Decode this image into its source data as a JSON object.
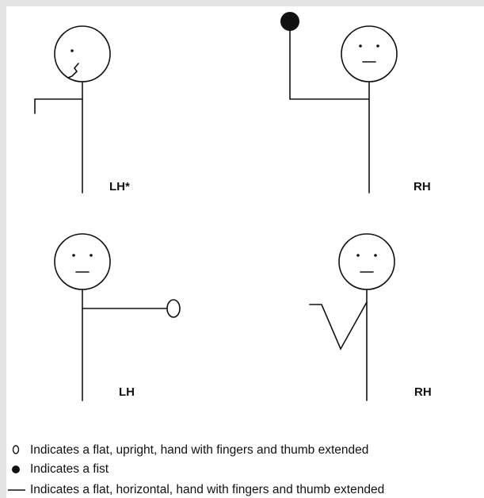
{
  "figures": [
    {
      "label": "LH*"
    },
    {
      "label": "RH"
    },
    {
      "label": "LH"
    },
    {
      "label": "RH"
    }
  ],
  "legend": [
    {
      "symbol": "open-circle-icon",
      "text": "Indicates a flat, upright, hand with fingers and thumb extended"
    },
    {
      "symbol": "filled-circle-icon",
      "text": "Indicates a fist"
    },
    {
      "symbol": "dash-line-icon",
      "text": "Indicates a flat, horizontal, hand with fingers and thumb extended"
    }
  ],
  "colors": {
    "stroke": "#111111",
    "background": "#ffffff",
    "frame": "#e5e5e5"
  }
}
